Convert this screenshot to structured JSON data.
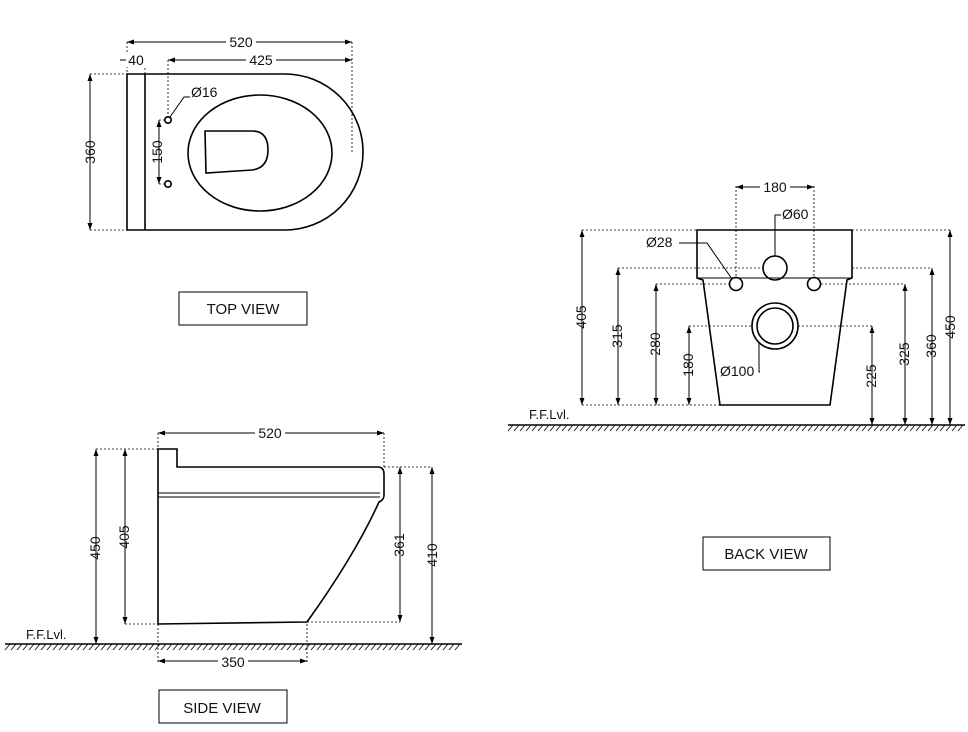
{
  "top_view": {
    "title": "TOP VIEW",
    "dims": {
      "overall_length": "520",
      "rear_width": "40",
      "bowl_length": "425",
      "width": "360",
      "hole_spacing": "150",
      "hole_diameter": "Ø16"
    }
  },
  "side_view": {
    "title": "SIDE VIEW",
    "floor_label": "F.F.Lvl.",
    "dims": {
      "overall_length": "520",
      "base_length": "350",
      "total_height": "450",
      "seat_height_rear": "405",
      "front_height": "361",
      "rim_height": "410"
    }
  },
  "back_view": {
    "title": "BACK VIEW",
    "floor_label": "F.F.Lvl.",
    "dims": {
      "top_spacing": "180",
      "inlet_diameter": "Ø60",
      "bolt_diameter": "Ø28",
      "outlet_diameter": "Ø100",
      "h405": "405",
      "h315": "315",
      "h280": "280",
      "h180": "180",
      "h225": "225",
      "h325": "325",
      "h360": "360",
      "h450": "450"
    }
  }
}
